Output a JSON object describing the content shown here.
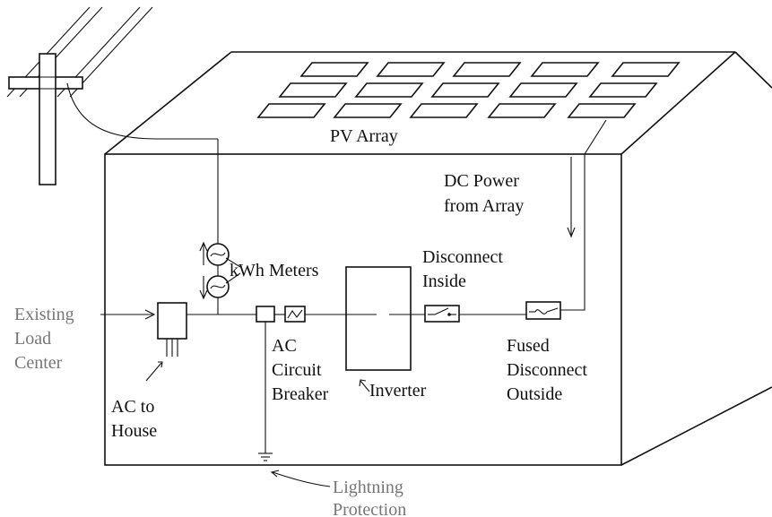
{
  "labels": {
    "pv_array": "PV Array",
    "dc_power_line1": "DC Power",
    "dc_power_line2": "from Array",
    "kwh_meters": "kWh Meters",
    "disconnect_inside_line1": "Disconnect",
    "disconnect_inside_line2": "Inside",
    "existing_line1": "Existing",
    "existing_line2": "Load",
    "existing_line3": "Center",
    "ac_breaker_line1": "AC",
    "ac_breaker_line2": "Circuit",
    "ac_breaker_line3": "Breaker",
    "inverter": "Inverter",
    "fused_line1": "Fused",
    "fused_line2": "Disconnect",
    "fused_line3": "Outside",
    "ac_house_line1": "AC to",
    "ac_house_line2": "House",
    "lightning_line1": "Lightning",
    "lightning_line2": "Protection"
  },
  "colors": {
    "ink": "#111111",
    "muted": "#777777",
    "background": "#ffffff"
  }
}
